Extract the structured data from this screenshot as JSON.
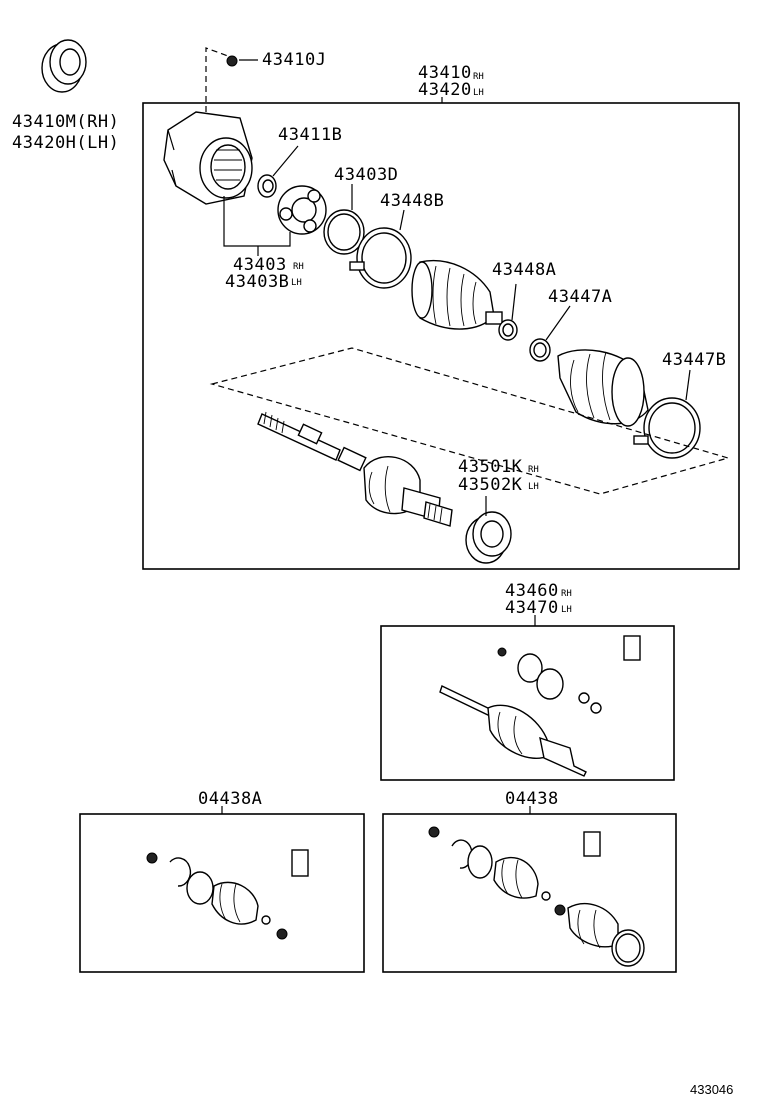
{
  "labels": {
    "seal_rh": "43410M(RH)",
    "seal_lh": "43420H(LH)",
    "clip_j": "43410J",
    "assy_rh": "43410",
    "assy_rh_sub": "RH",
    "assy_lh": "43420",
    "assy_lh_sub": "LH",
    "snap_b": "43411B",
    "ring_d": "43403D",
    "band_b": "43448B",
    "joint_rh": "43403",
    "joint_rh_sub": "RH",
    "joint_lh": "43403B",
    "joint_lh_sub": "LH",
    "clamp_a": "43448A",
    "band_a": "43447A",
    "band_b2": "43447B",
    "dust_rh": "43501K",
    "dust_rh_sub": "RH",
    "dust_lh": "43502K",
    "dust_lh_sub": "LH",
    "kit_rh": "43460",
    "kit_rh_sub": "RH",
    "kit_lh": "43470",
    "kit_lh_sub": "LH",
    "kit_a": "04438A",
    "kit": "04438",
    "figure_no": "433046"
  }
}
